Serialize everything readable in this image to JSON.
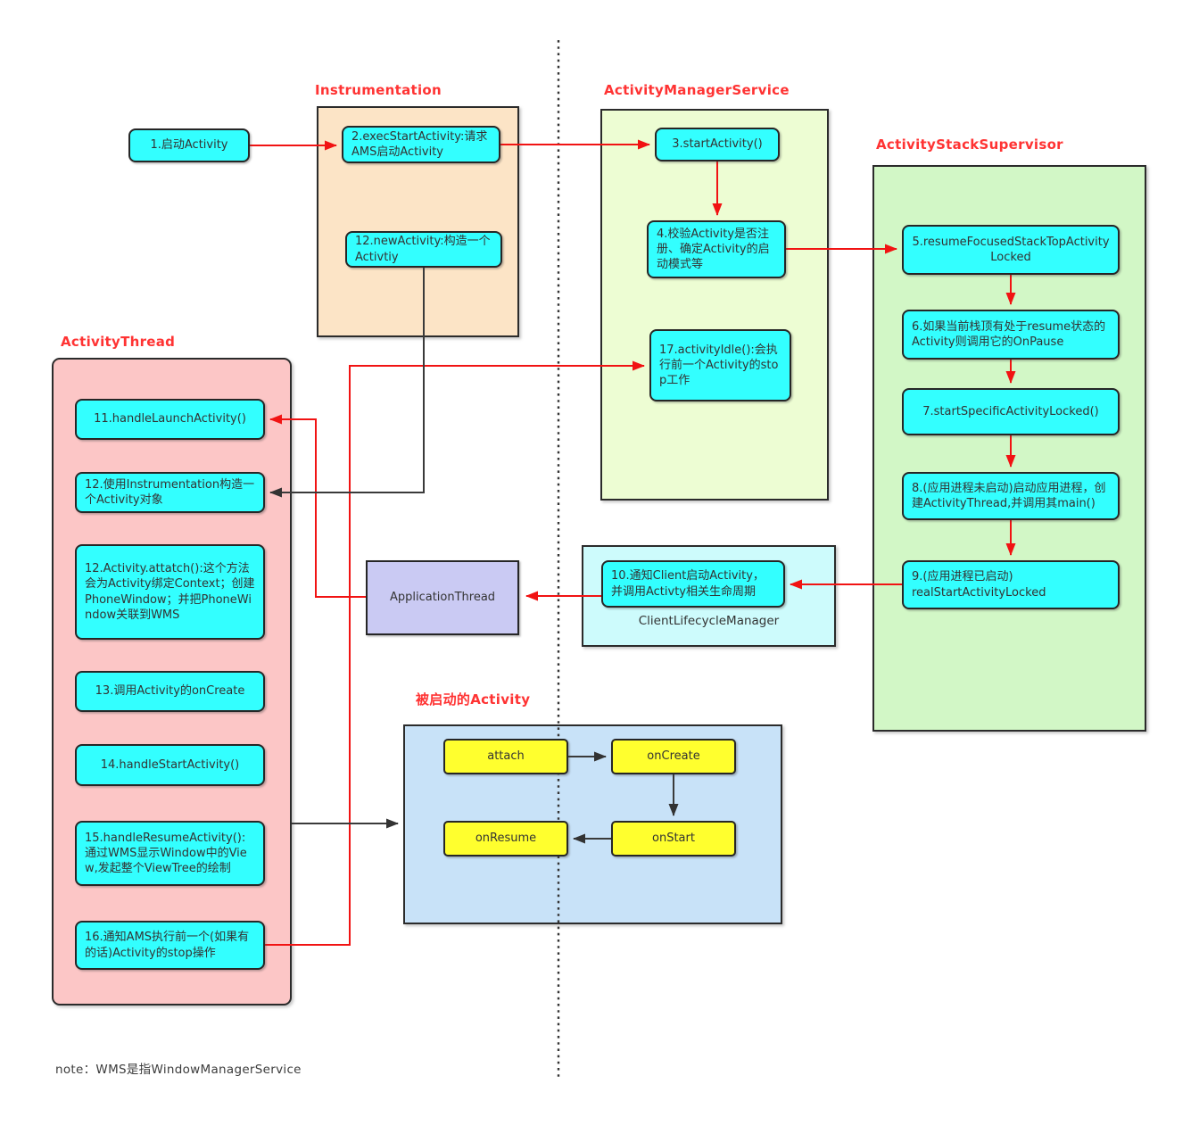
{
  "colors": {
    "title_red": "#ff3333",
    "arrow_red": "#f11313",
    "arrow_black": "#333333",
    "node_cyan": "#33ffff",
    "node_yellow": "#ffff2e",
    "application_thread_fill": "#cacaf3",
    "instrumentation_fill": "#fce4c6",
    "activity_manager_service_fill": "#edfdd3",
    "activity_stack_supervisor_fill": "#d2f7c6",
    "client_lifecycle_manager_fill": "#cdfbfc",
    "activity_thread_fill": "#fcc6c6",
    "started_activity_fill": "#c8e2f8"
  },
  "sections": {
    "instrumentation": {
      "title": "Instrumentation"
    },
    "ams": {
      "title": "ActivityManagerService"
    },
    "ass": {
      "title": "ActivityStackSupervisor"
    },
    "activity_thread": {
      "title": "ActivityThread"
    },
    "started_activity": {
      "title": "被启动的Activity"
    },
    "clm": {
      "label": "ClientLifecycleManager"
    },
    "application_thread": {
      "label": "ApplicationThread"
    }
  },
  "nodes": {
    "n1": "1.启动Activity",
    "n2": "2.execStartActivity:请求AMS启动Activity",
    "n3": "3.startActivity()",
    "n4": "4.校验Activity是否注册、确定Activity的启动模式等",
    "n5": "5.resumeFocusedStackTopActivityLocked",
    "n6": "6.如果当前栈顶有处于resume状态的Activity则调用它的OnPause",
    "n7": "7.startSpecificActivityLocked()",
    "n8": "8.(应用进程未启动)启动应用进程，创建ActivityThread,并调用其main()",
    "n9": "9.(应用进程已启动)\nrealStartActivityLocked",
    "n10": "10.通知Client启动Activity，并调用Activty相关生命周期",
    "n11": "11.handleLaunchActivity()",
    "n12_new": "12.newActivity:构造一个Activtiy",
    "n12_use": "12.使用Instrumentation构造一个Activity对象",
    "n12_attach": "12.Activity.attatch():这个方法会为Activity绑定Context；创建PhoneWindow；并把PhoneWindow关联到WMS",
    "n13": "13.调用Activity的onCreate",
    "n14": "14.handleStartActivity()",
    "n15": "15.handleResumeActivity():通过WMS显示Window中的View,发起整个ViewTree的绘制",
    "n16": "16.通知AMS执行前一个(如果有的话)Activity的stop操作",
    "n17": "17.activityIdle():会执行前一个Activity的stop工作",
    "attach": "attach",
    "on_create": "onCreate",
    "on_start": "onStart",
    "on_resume": "onResume"
  },
  "note": "note：WMS是指WindowManagerService"
}
